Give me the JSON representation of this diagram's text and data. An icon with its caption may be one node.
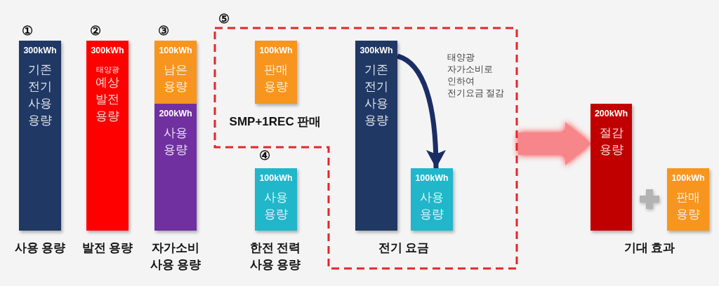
{
  "diagram": {
    "nodes": [
      {
        "text": [
          "300kWh",
          "기존 전기 사용 용량"
        ],
        "beside": [
          "①",
          "사용 용량"
        ]
      },
      {
        "text": [
          "300kWh",
          "태양광",
          "예상 발전 용량"
        ],
        "beside": [
          "②",
          "발전 용량"
        ]
      },
      {
        "text": [
          "100kWh",
          "남은 용량"
        ],
        "beside": [
          "③"
        ]
      },
      {
        "text": [
          "200kWh",
          "사용 용량"
        ],
        "beside": [
          "자가소비 사용 용량"
        ]
      },
      {
        "text": [
          "⑤"
        ]
      },
      {
        "text": [
          "100kWh",
          "판매 용량"
        ],
        "in": 4,
        "beside": [
          "SMP+1REC 판매"
        ]
      },
      {
        "text": [
          "100kWh",
          "사용 용량"
        ],
        "beside": [
          "④",
          "한전 전력 사용 용량"
        ]
      },
      {
        "text": [
          "300kWh",
          "기존 전기 사용 용량"
        ],
        "in": 4
      },
      {
        "text": [
          "100kWh",
          "사용 용량"
        ],
        "in": 4
      },
      {
        "text": [
          "200kWh",
          "절감 용량"
        ]
      },
      {
        "text": [
          "100kWh",
          "판매 용량"
        ]
      }
    ],
    "edges": [
      {
        "from": 7,
        "to": 8,
        "arrow": "to",
        "color": "#1b2d64"
      },
      {
        "from": 4,
        "to": 9,
        "arrow": "to",
        "style": "thick",
        "color": "#f7868a"
      }
    ],
    "labels": [
      "태양광 자가소비로 인하여 전기요금 절감",
      "전기 요금",
      "기대 효과"
    ]
  }
}
